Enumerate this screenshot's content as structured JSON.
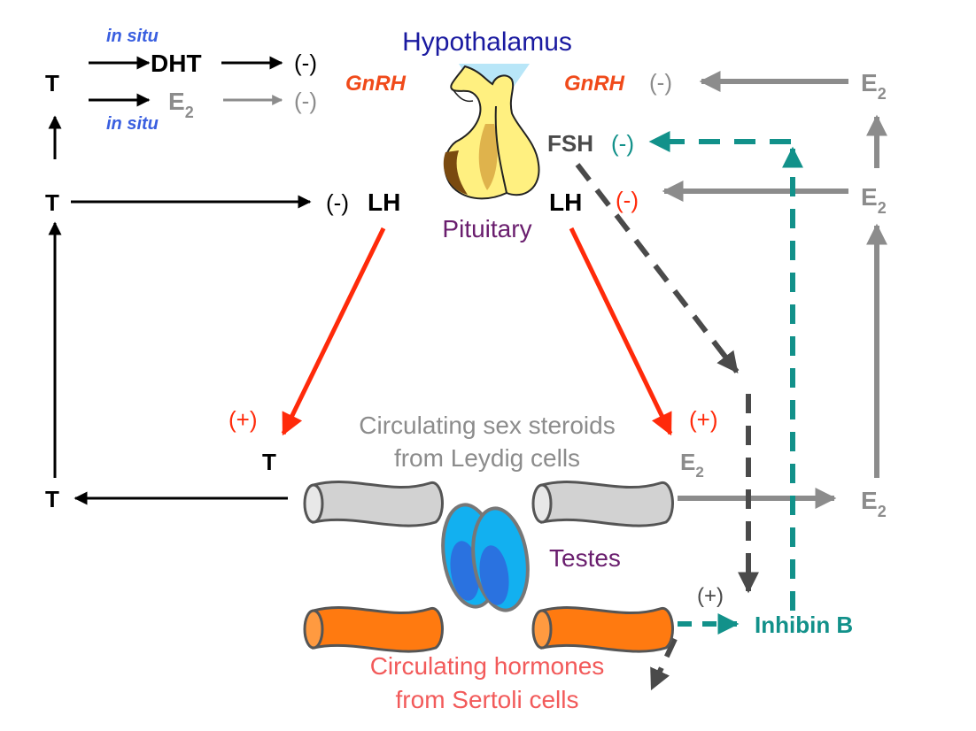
{
  "labels": {
    "hypothalamus": "Hypothalamus",
    "pituitary": "Pituitary",
    "gnrh_left": "GnRH",
    "gnrh_right": "GnRH",
    "in_situ_top": "in situ",
    "in_situ_bottom": "in situ",
    "t_top": "T",
    "t_mid": "T",
    "t_bottom": "T",
    "t_testes": "T",
    "dht": "DHT",
    "e2_left": "E",
    "e2_right_top": "E",
    "e2_right_mid": "E",
    "e2_right_bottom": "E",
    "e2_testes": "E",
    "subscript_2": "2",
    "neg_dht": "(-)",
    "neg_e2_left": "(-)",
    "neg_t_lh": "(-)",
    "neg_gnrh_right": "(-)",
    "neg_fsh": "(-)",
    "neg_lh_right": "(-)",
    "lh_left": "LH",
    "lh_right": "LH",
    "fsh": "FSH",
    "pos_left": "(+)",
    "pos_right": "(+)",
    "pos_inhibin": "(+)",
    "leydig_line1": "Circulating sex steroids",
    "leydig_line2": "from Leydig cells",
    "testes": "Testes",
    "inhibin_b": "Inhibin B",
    "sertoli_line1": "Circulating hormones",
    "sertoli_line2": "from Sertoli cells"
  },
  "colors": {
    "black": "#000000",
    "red": "#ff2a0a",
    "gnrh": "#f04a1a",
    "gray": "#8c8c8c",
    "dark_gray": "#4a4a4a",
    "teal": "#12918a",
    "navy": "#1a1aa0",
    "purple": "#6a1e6e",
    "blue_italic": "#3a5fe0",
    "salmon": "#f25a5a",
    "leydig_gray": "#d2d2d2",
    "sertoli_orange": "#ff7a10",
    "testes_blue": "#12b0f0",
    "testes_inner": "#2a72e0",
    "gland_yellow": "#fff080",
    "gland_shadow": "#7a4a10",
    "stalk_blue": "#b8e6f8"
  }
}
